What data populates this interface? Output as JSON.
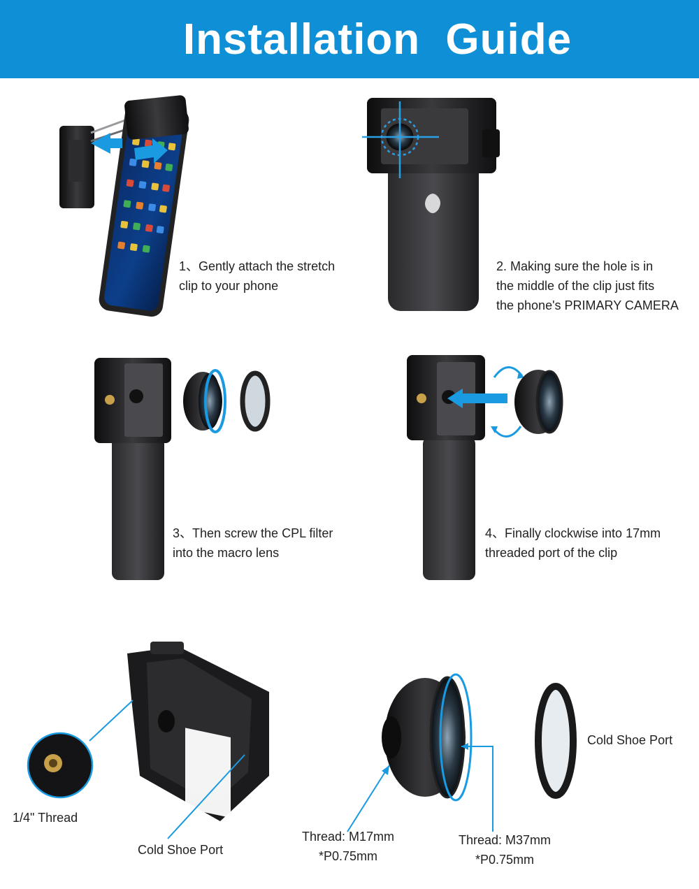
{
  "header": {
    "title": "Installation  Guide"
  },
  "colors": {
    "header_bg": "#0e8fd6",
    "accent_arrow": "#1a9ae0",
    "clip_body": "#1c1c1e"
  },
  "steps": [
    {
      "text": "1、Gently attach the stretch\n clip to your phone"
    },
    {
      "text": "2. Making sure the hole is in\nthe middle of the clip just fits\nthe phone's PRIMARY CAMERA"
    },
    {
      "text": "3、Then screw the CPL filter\ninto the macro lens"
    },
    {
      "text": " 4、Finally clockwise into 17mm\nthreaded port of the clip"
    }
  ],
  "labels": {
    "thread_quarter": "1/4\" Thread",
    "cold_shoe_clip": "Cold Shoe Port",
    "thread_m17": "Thread: M17mm\n*P0.75mm",
    "thread_m37": "Thread: M37mm\n*P0.75mm",
    "cold_shoe_filter": "Cold Shoe Port"
  }
}
